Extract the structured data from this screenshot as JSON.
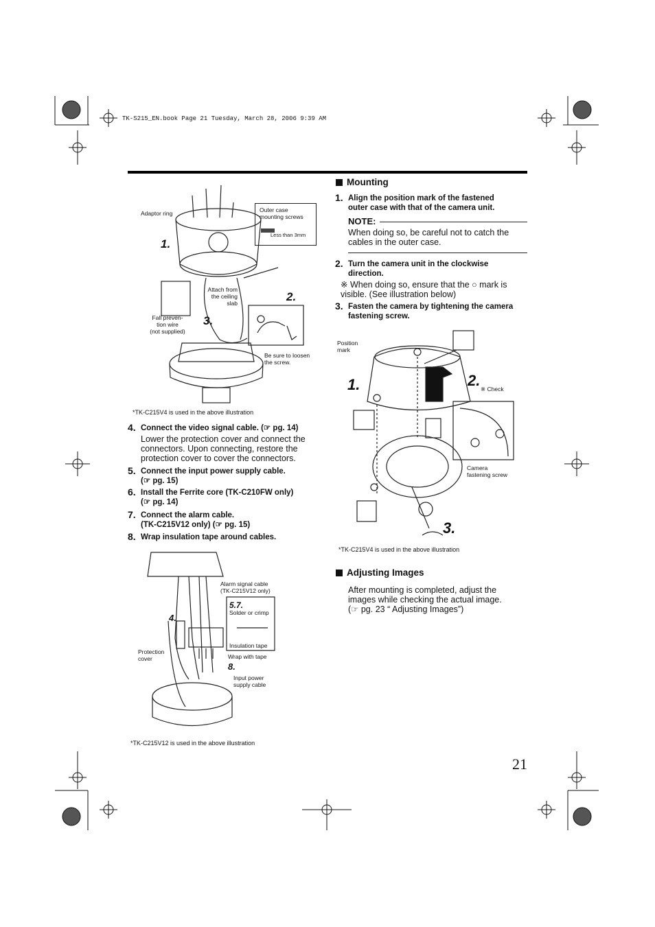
{
  "header_line": "TK-S215_EN.book  Page 21  Tuesday, March 28, 2006  9:39 AM",
  "page_number": "21",
  "left": {
    "fig1": {
      "adaptor_ring": "Adaptor ring",
      "outer_case_screws": "Outer case\nmounting screws",
      "less_than": "Less than 3mm",
      "attach_from": "Attach from\nthe ceiling\nslab",
      "fall_prevention": "Fall preven-\ntion wire\n(not supplied)",
      "be_sure": "Be sure to loosen\nthe screw.",
      "step1": "1.",
      "step2": "2.",
      "step3": "3.",
      "caption": "*TK-C215V4 is used in the above illustration"
    },
    "steps": [
      {
        "num": "4.",
        "title": "Connect the video signal cable. (☞ pg. 14)",
        "body": "Lower the protection cover and connect the\nconnectors. Upon connecting, restore the\nprotection cover to cover the connectors."
      },
      {
        "num": "5.",
        "title": "Connect the input power supply cable.\n(☞ pg. 15)"
      },
      {
        "num": "6.",
        "title": "Install the Ferrite core (TK-C210FW only)\n(☞ pg. 14)"
      },
      {
        "num": "7.",
        "title": "Connect the alarm cable.\n(TK-C215V12 only) (☞ pg. 15)"
      },
      {
        "num": "8.",
        "title": "Wrap insulation tape around cables."
      }
    ],
    "fig2": {
      "alarm_cable": "Alarm signal cable\n(TK-C215V12 only)",
      "step57": "5.7.",
      "solder": "Solder or crimp",
      "insulation": "Insulation tape",
      "step4": "4.",
      "protection": "Protection\ncover",
      "wrap": "Wrap with tape",
      "step8": "8.",
      "input_power": "Input power\nsupply cable",
      "caption": "*TK-C215V12 is used in the above illustration"
    }
  },
  "right": {
    "mounting_heading": "Mounting",
    "step1_num": "1.",
    "step1_title": "Align the position mark of the fastened\nouter case with that of the camera unit.",
    "note_title": "NOTE:",
    "note_body": "When doing so, be careful not to catch the\ncables in the outer case.",
    "step2_num": "2.",
    "step2_title": "Turn the camera unit in the clockwise\ndirection.",
    "step2_note": "※ When doing so, ensure that the ○ mark is\nvisible. (See illustration below)",
    "step3_num": "3.",
    "step3_title": "Fasten the camera by tightening the camera\nfastening screw.",
    "fig3": {
      "position_mark": "Position\nmark",
      "check": "※ Check",
      "camera_screw": "Camera\nfastening screw",
      "s1": "1.",
      "s2": "2.",
      "s3": "3.",
      "caption": "*TK-C215V4 is used in the above illustration"
    },
    "adjusting_heading": "Adjusting Images",
    "adjusting_body": "After mounting is completed, adjust the\nimages while checking the actual image.\n(☞ pg. 23 “ Adjusting Images”)"
  }
}
